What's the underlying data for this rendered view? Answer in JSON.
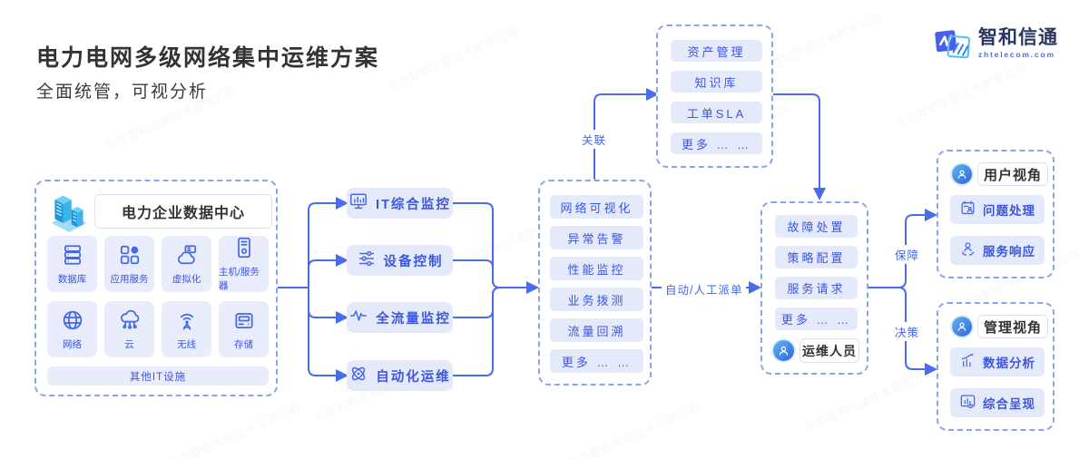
{
  "header": {
    "title": "电力电网多级网络集中运维方案",
    "subtitle": "全面统管，可视分析"
  },
  "logo": {
    "name": "智和信通",
    "domain": "zhtelecom.com"
  },
  "watermark": "北京智和信通技术有限公司",
  "colors": {
    "accent_line": "#4A6BEB",
    "icon_blue": "#4468E8",
    "tile_bg": "#E7EBFA",
    "text_blue": "#3D56E0",
    "dash_border": "#8AA2F2",
    "dark_text": "#333333",
    "logo_navy": "#2A3560",
    "building_cyan": "#1E96D8"
  },
  "datacenter": {
    "title": "电力企业数据中心",
    "header_icon": "building-icon",
    "tiles": [
      {
        "icon": "database-icon",
        "label": "数据库"
      },
      {
        "icon": "app-services-icon",
        "label": "应用服务"
      },
      {
        "icon": "virtualization-icon",
        "label": "虚拟化"
      },
      {
        "icon": "host-server-icon",
        "label": "主机/服务器"
      },
      {
        "icon": "network-icon",
        "label": "网络"
      },
      {
        "icon": "cloud-icon",
        "label": "云"
      },
      {
        "icon": "wireless-icon",
        "label": "无线"
      },
      {
        "icon": "storage-icon",
        "label": "存储"
      }
    ],
    "footer": "其他IT设施"
  },
  "capabilities": [
    {
      "icon": "it-monitor-icon",
      "label": "IT综合监控"
    },
    {
      "icon": "device-control-icon",
      "label": "设备控制"
    },
    {
      "icon": "traffic-monitor-icon",
      "label": "全流量监控"
    },
    {
      "icon": "automation-icon",
      "label": "自动化运维"
    }
  ],
  "functions": [
    "网络可视化",
    "异常告警",
    "性能监控",
    "业务拨测",
    "流量回溯",
    "更多 … …"
  ],
  "itsm": [
    "资产管理",
    "知识库",
    "工单SLA",
    "更多 … …"
  ],
  "ops": {
    "items": [
      "故障处置",
      "策略配置",
      "服务请求",
      "更多 … …"
    ],
    "role": "运维人员",
    "role_icon": "operator-avatar-icon"
  },
  "views": [
    {
      "title": "用户视角",
      "icon": "user-avatar-icon",
      "items": [
        {
          "icon": "issue-handling-icon",
          "label": "问题处理"
        },
        {
          "icon": "service-response-icon",
          "label": "服务响应"
        }
      ]
    },
    {
      "title": "管理视角",
      "icon": "manager-avatar-icon",
      "items": [
        {
          "icon": "data-analysis-icon",
          "label": "数据分析"
        },
        {
          "icon": "dashboard-icon",
          "label": "综合呈现"
        }
      ]
    }
  ],
  "edges": {
    "relate": "关联",
    "dispatch": "自动/人工派单",
    "guarantee": "保障",
    "decision": "决策"
  }
}
